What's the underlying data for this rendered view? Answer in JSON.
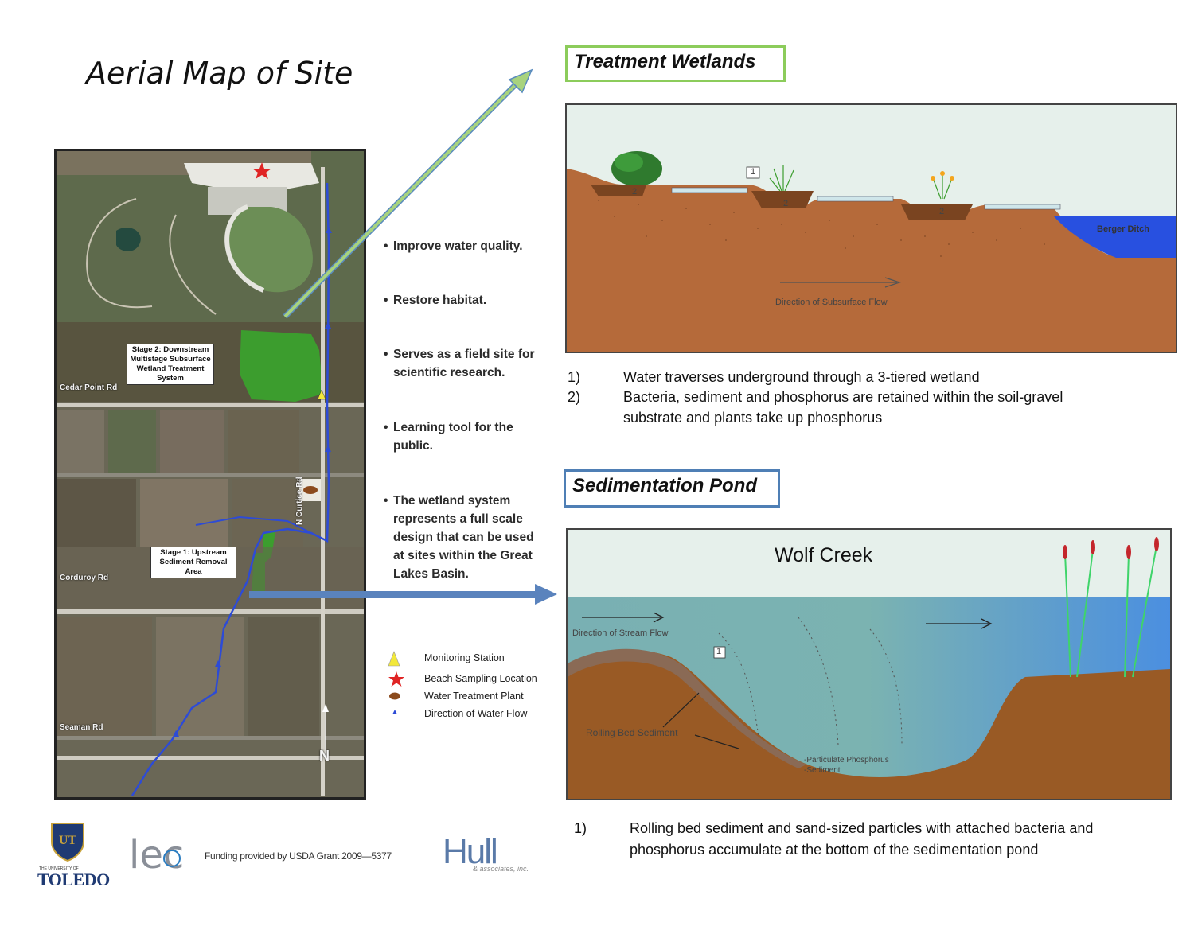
{
  "title": "Aerial Map of Site",
  "map": {
    "road_labels": [
      "Cedar Point Rd",
      "Corduroy Rd",
      "Seaman Rd",
      "N Curtice Rd"
    ],
    "stage2_label": "Stage 2: Downstream Multistage Subsurface Wetland Treatment System",
    "stage1_label": "Stage 1: Upstream Sediment Removal Area",
    "north_label": "N"
  },
  "bullets": [
    "Improve water quality.",
    "Restore habitat.",
    "Serves as a field site for scientific research.",
    "Learning tool for the public.",
    "The wetland system represents a full scale design that can be used at sites within the Great Lakes Basin."
  ],
  "legend": [
    {
      "label": "Monitoring Station",
      "icon": "triangle-icon",
      "color": "#f2e83a"
    },
    {
      "label": "Beach Sampling Location",
      "icon": "star-icon",
      "color": "#e02424"
    },
    {
      "label": "Water Treatment Plant",
      "icon": "ellipse-icon",
      "color": "#8b4a1c"
    },
    {
      "label": "Direction of Water Flow",
      "icon": "flow-arrow-icon",
      "color": "#2d4bd6"
    }
  ],
  "treatment_wetlands": {
    "header": "Treatment Wetlands",
    "header_border_color": "#8ccc5b",
    "diagram": {
      "cell_labels": [
        "2",
        "2",
        "2",
        "1"
      ],
      "ditch_label": "Berger Ditch",
      "flow_label": "Direction of Subsurface Flow"
    },
    "notes": [
      {
        "num": "1)",
        "lines": [
          "Water traverses underground through a 3-tiered wetland"
        ]
      },
      {
        "num": "2)",
        "lines": [
          "Bacteria, sediment and phosphorus are retained within the soil-gravel",
          "substrate and plants take up phosphorus"
        ]
      }
    ]
  },
  "sedimentation_pond": {
    "header": "Sedimentation Pond",
    "header_border_color": "#4f7fb5",
    "diagram": {
      "title": "Wolf Creek",
      "flow_label": "Direction of Stream Flow",
      "step_label": "1",
      "sediment_label": "Rolling Bed Sediment",
      "particulate_label": "-Particulate Phosphorus",
      "sediment2_label": "-Sediment"
    },
    "notes": [
      {
        "num": "1)",
        "lines": [
          "Rolling bed sediment and sand-sized particles with attached bacteria and",
          "phosphorus accumulate at the bottom of the sedimentation pond"
        ]
      }
    ]
  },
  "footer": {
    "toledo": "TOLEDO",
    "university": "THE UNIVERSITY OF",
    "ut": "UT",
    "lec": "lec",
    "funding": "Funding provided by USDA Grant 2009—5377",
    "hull": "Hull",
    "hull_sub": "& associates, inc."
  }
}
